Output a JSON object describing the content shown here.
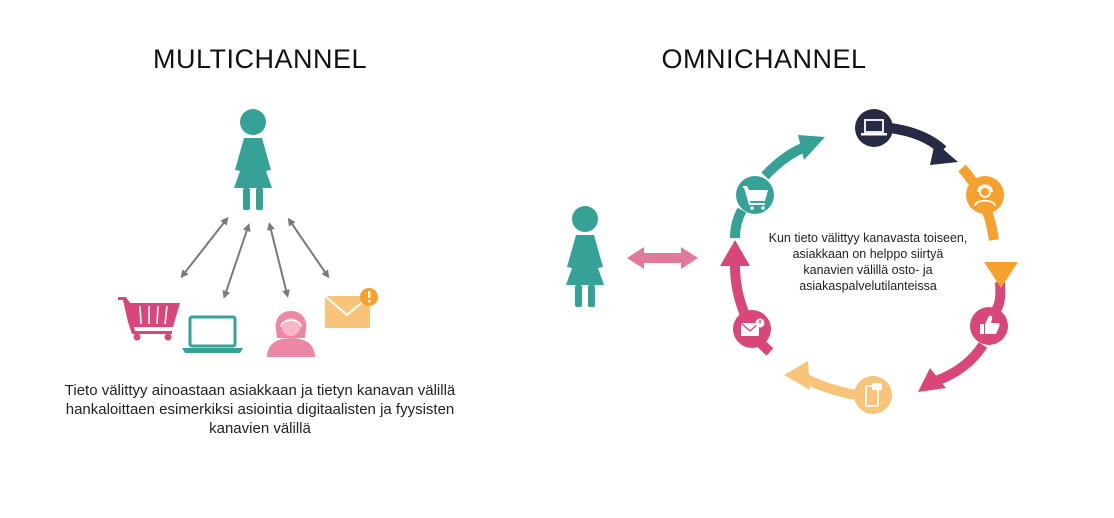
{
  "left": {
    "title": "MULTICHANNEL",
    "description": "Tieto välittyy ainoastaan asiakkaan ja tietyn kanavan välillä hankaloittaen esimerkiksi asiointia digitaalisten ja fyysisten kanavien välillä",
    "channels": [
      "shopping-cart-icon",
      "laptop-icon",
      "customer-service-icon",
      "email-alert-icon"
    ]
  },
  "right": {
    "title": "OMNICHANNEL",
    "description": "Kun tieto välittyy kanavasta toiseen, asiakkaan on helppo siirtyä kanavien välillä osto- ja asiakaspalvelutilanteissa",
    "cycle_nodes": [
      "laptop-icon",
      "customer-service-icon",
      "thumbs-up-icon",
      "mobile-chat-icon",
      "email-alert-icon",
      "shopping-cart-icon"
    ]
  },
  "colors": {
    "teal": "#36A197",
    "navy": "#262A45",
    "orange": "#F6A02D",
    "pink": "#D9467A",
    "peach": "#F8C47A",
    "light_pink": "#EC87A6",
    "gray_arrow": "#7A7A7A"
  }
}
